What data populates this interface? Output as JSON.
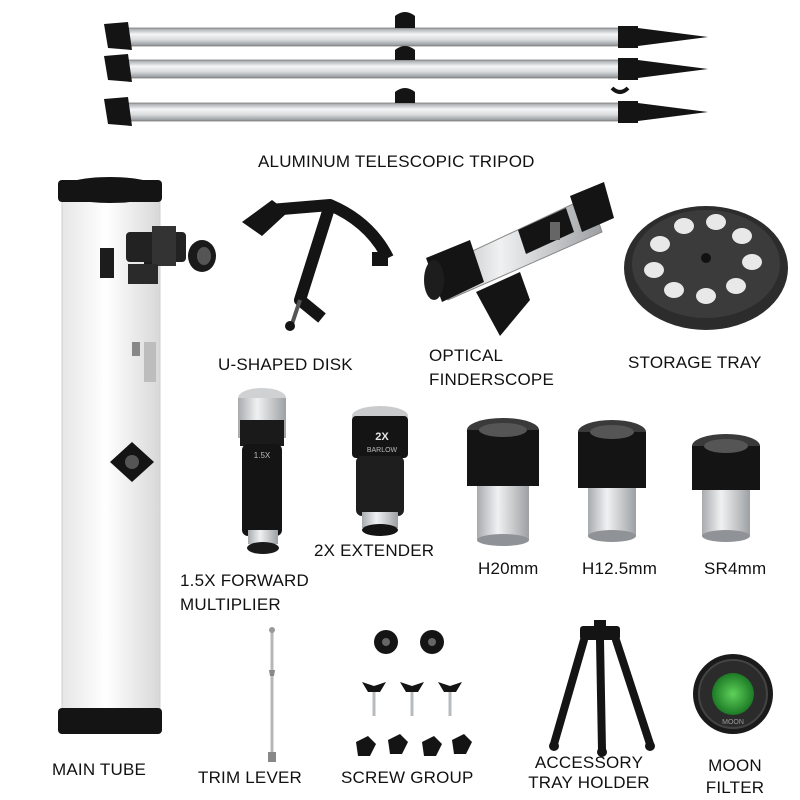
{
  "labels": {
    "tripod": "ALUMINUM TELESCOPIC TRIPOD",
    "u_disk": "U-SHAPED DISK",
    "finderscope_1": "OPTICAL",
    "finderscope_2": "FINDERSCOPE",
    "storage_tray": "STORAGE TRAY",
    "forward_mult_1": "1.5X FORWARD",
    "forward_mult_2": "MULTIPLIER",
    "extender": "2X EXTENDER",
    "eyepiece_h20": "H20mm",
    "eyepiece_h125": "H12.5mm",
    "eyepiece_sr4": "SR4mm",
    "main_tube": "MAIN TUBE",
    "trim_lever": "TRIM LEVER",
    "screw_group": "SCREW GROUP",
    "tray_holder_1": "ACCESSORY",
    "tray_holder_2": "TRAY HOLDER",
    "moon_filter_1": "MOON",
    "moon_filter_2": "FILTER"
  },
  "item_text": {
    "extender_marking": "2X",
    "extender_marking_2": "BARLOW",
    "multiplier_marking": "1.5X",
    "moon_filter_marking": "MOON"
  },
  "colors": {
    "aluminum": "#d9dbdd",
    "black": "#141414",
    "white_tube": "#f7f7f7",
    "filter_green": "#2fa33a"
  }
}
